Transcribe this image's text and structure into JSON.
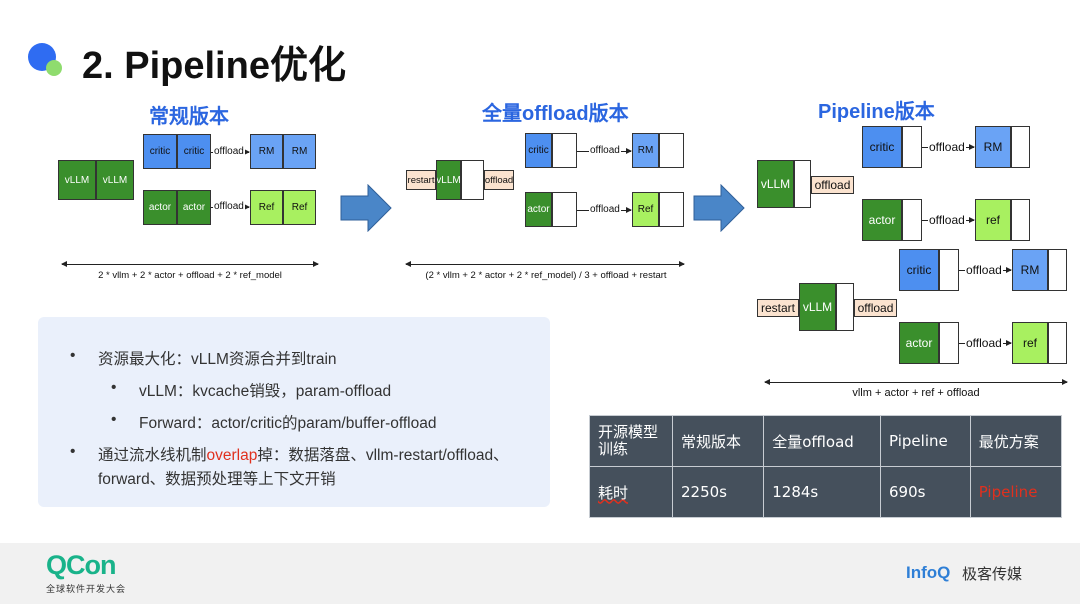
{
  "slide": {
    "title": "2. Pipeline优化"
  },
  "diagram": {
    "sections": [
      "常规版本",
      "全量offload版本",
      "Pipeline版本"
    ],
    "labels": {
      "vllm": "vLLM",
      "critic": "critic",
      "actor": "actor",
      "rm": "RM",
      "ref_cap": "Ref",
      "ref_low": "ref",
      "offload": "offload",
      "restart": "restart"
    },
    "formulas": [
      "2 * vllm + 2 * actor + offload + 2 * ref_model",
      "(2 * vllm + 2 * actor + 2 * ref_model) / 3 + offload + restart",
      "vllm + actor + ref + offload"
    ]
  },
  "bullets": {
    "b1": "资源最大化：vLLM资源合并到train",
    "b1a": "vLLM：kvcache销毁，param-offload",
    "b1b": "Forward：actor/critic的param/buffer-offload",
    "b2_pre": "通过流水线机制",
    "b2_hl": "overlap",
    "b2_post": "掉：数据落盘、vllm-restart/offload、",
    "b2_line2": "forward、数据预处理等上下文开销",
    "marker": "•"
  },
  "table": {
    "header": [
      "开源模型训练",
      "常规版本",
      "全量offload",
      "Pipeline",
      "最优方案"
    ],
    "row": [
      "耗时",
      "2250s",
      "1284s",
      "690s",
      "Pipeline"
    ]
  },
  "footer": {
    "qcon": "QCon",
    "qcon_sub": "全球软件开发大会",
    "infoq": "InfoQ",
    "infoq_cn": "极客传媒"
  },
  "colors": {
    "accent_blue": "#2b66e0",
    "box_blue": "#4d8ff0",
    "box_green": "#3a8f2c",
    "box_lime": "#a8f060",
    "highlight_red": "#e0301e",
    "table_bg": "#45505c"
  }
}
